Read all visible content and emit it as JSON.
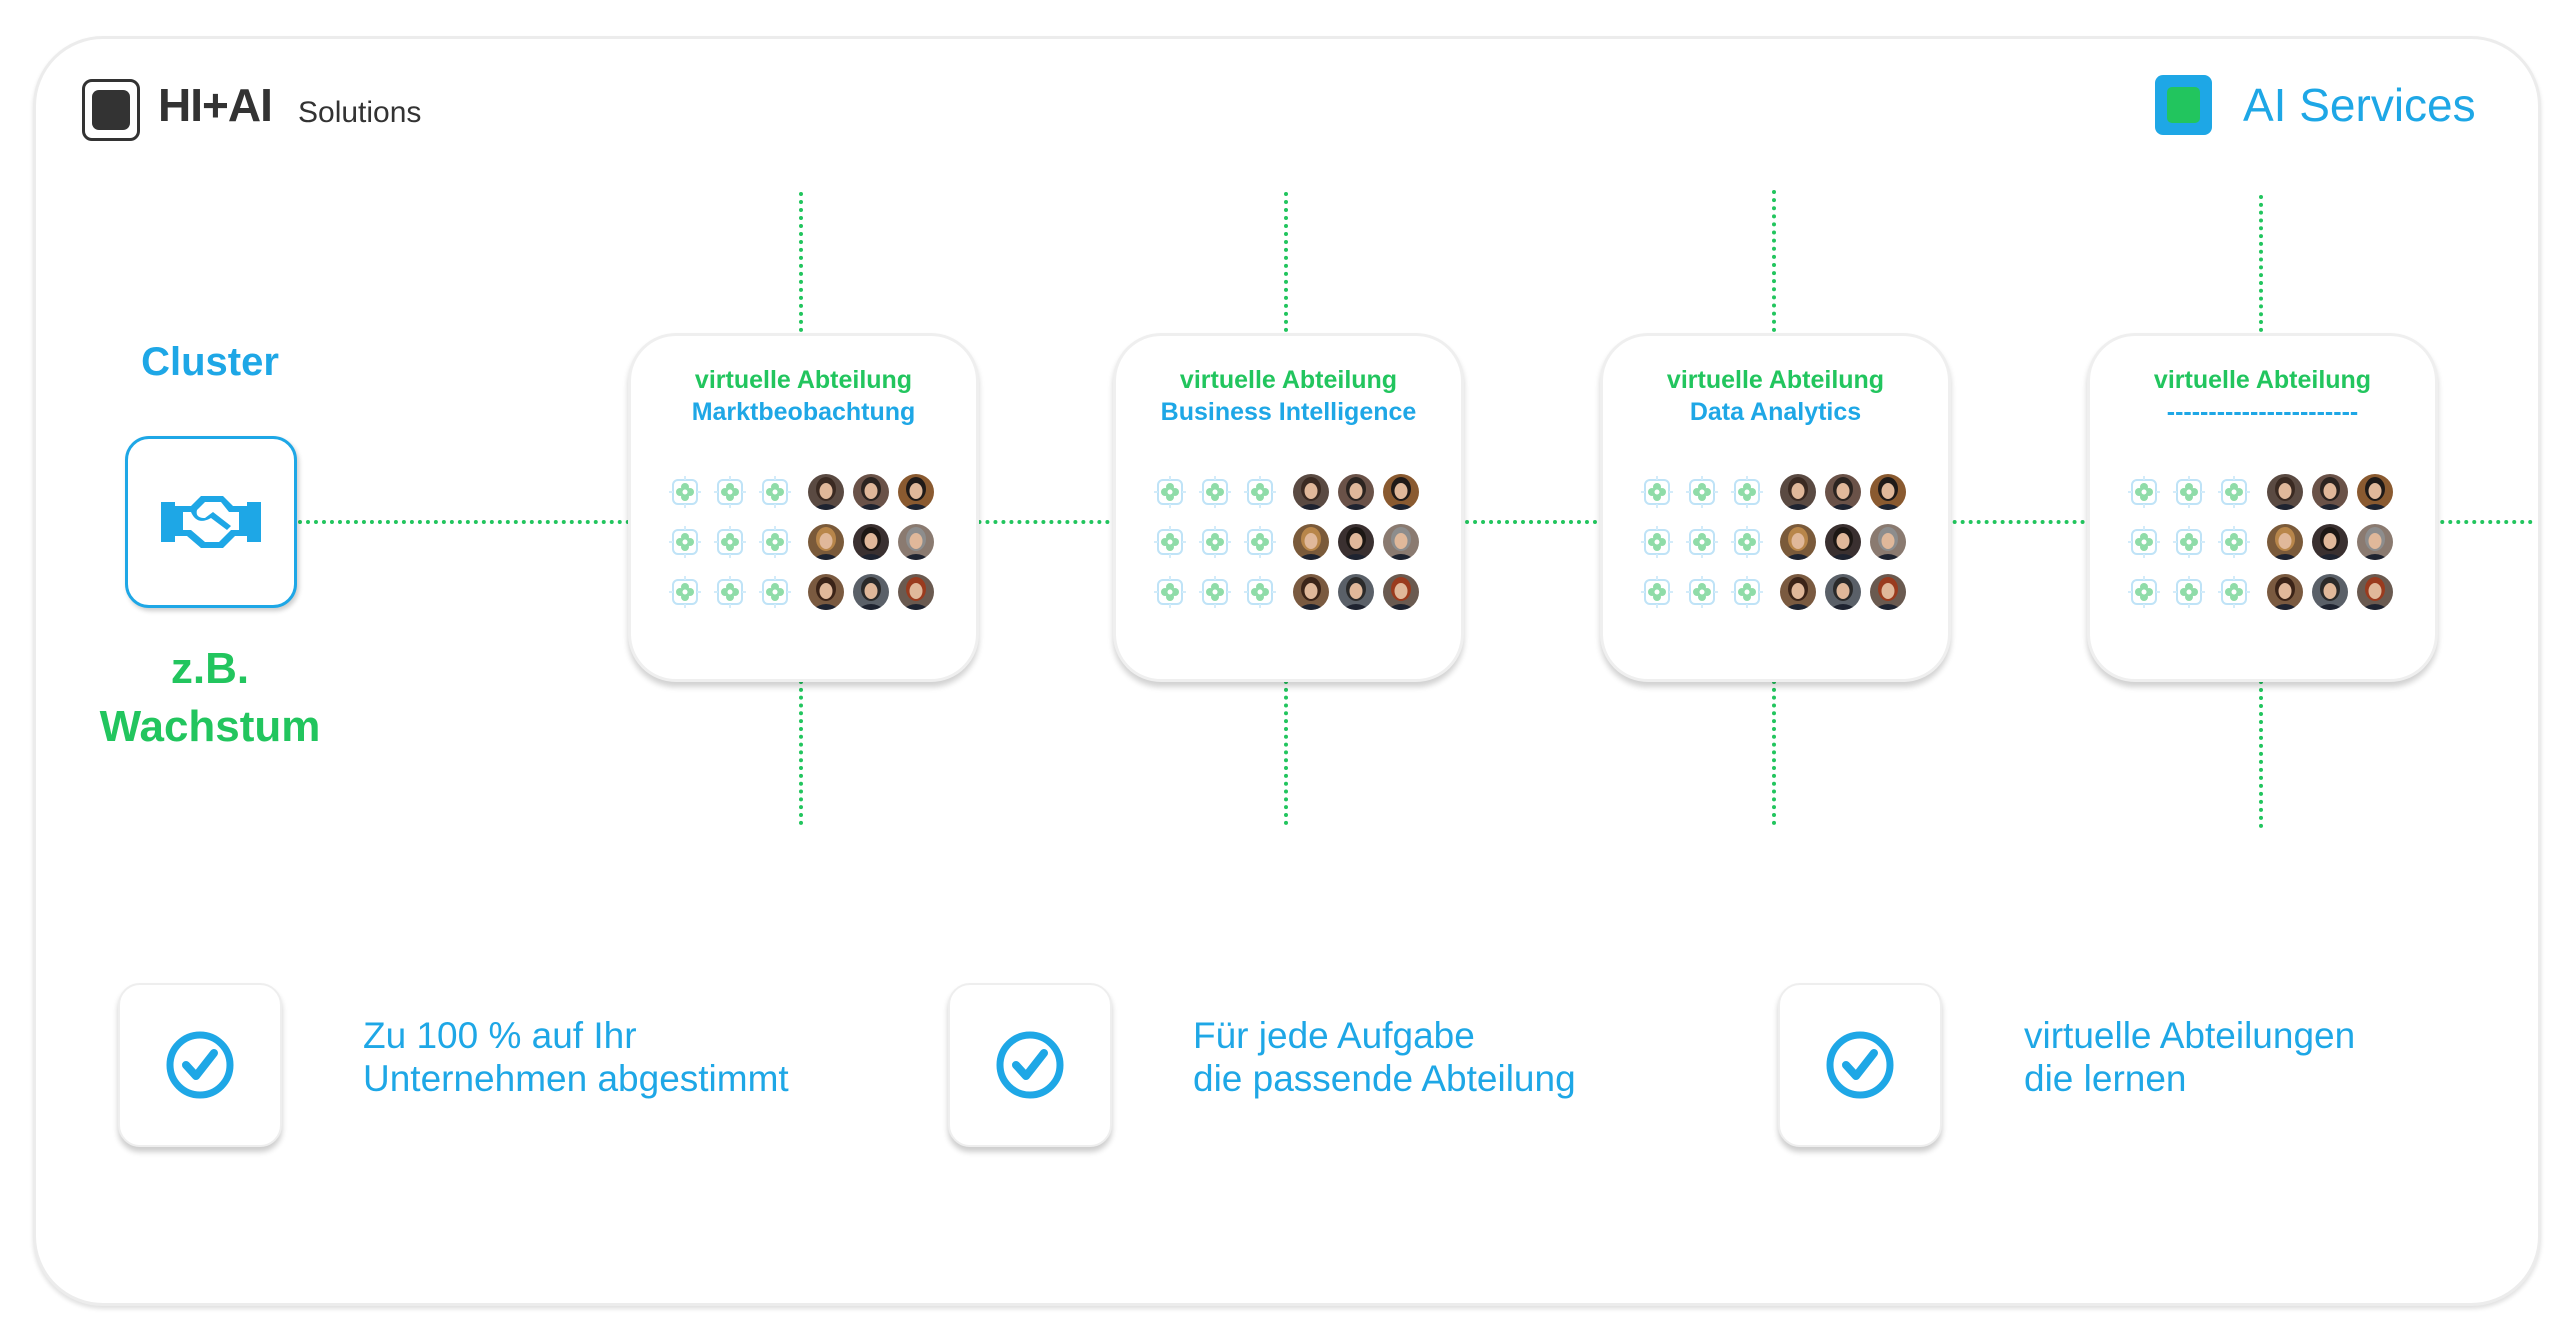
{
  "header": {
    "brand_main": "HI+AI",
    "brand_sub": "Solutions",
    "services_label": "AI Services"
  },
  "colors": {
    "blue": "#1ea7e6",
    "green": "#22c55e",
    "dark": "#333333"
  },
  "cluster": {
    "title": "Cluster",
    "icon": "handshake-icon",
    "example_line1": "z.B.",
    "example_line2": "Wachstum"
  },
  "departments": [
    {
      "title": "virtuelle Abteilung",
      "name": "Marktbeobachtung"
    },
    {
      "title": "virtuelle Abteilung",
      "name": "Business Intelligence"
    },
    {
      "title": "virtuelle Abteilung",
      "name": "Data Analytics"
    },
    {
      "title": "virtuelle Abteilung",
      "name": "-----------------------"
    }
  ],
  "features": [
    {
      "line1": "Zu 100 % auf Ihr",
      "line2": "Unternehmen abgestimmt"
    },
    {
      "line1": "Für jede Aufgabe",
      "line2": "die passende Abteilung"
    },
    {
      "line1": "virtuelle Abteilungen",
      "line2": "die lernen"
    }
  ]
}
